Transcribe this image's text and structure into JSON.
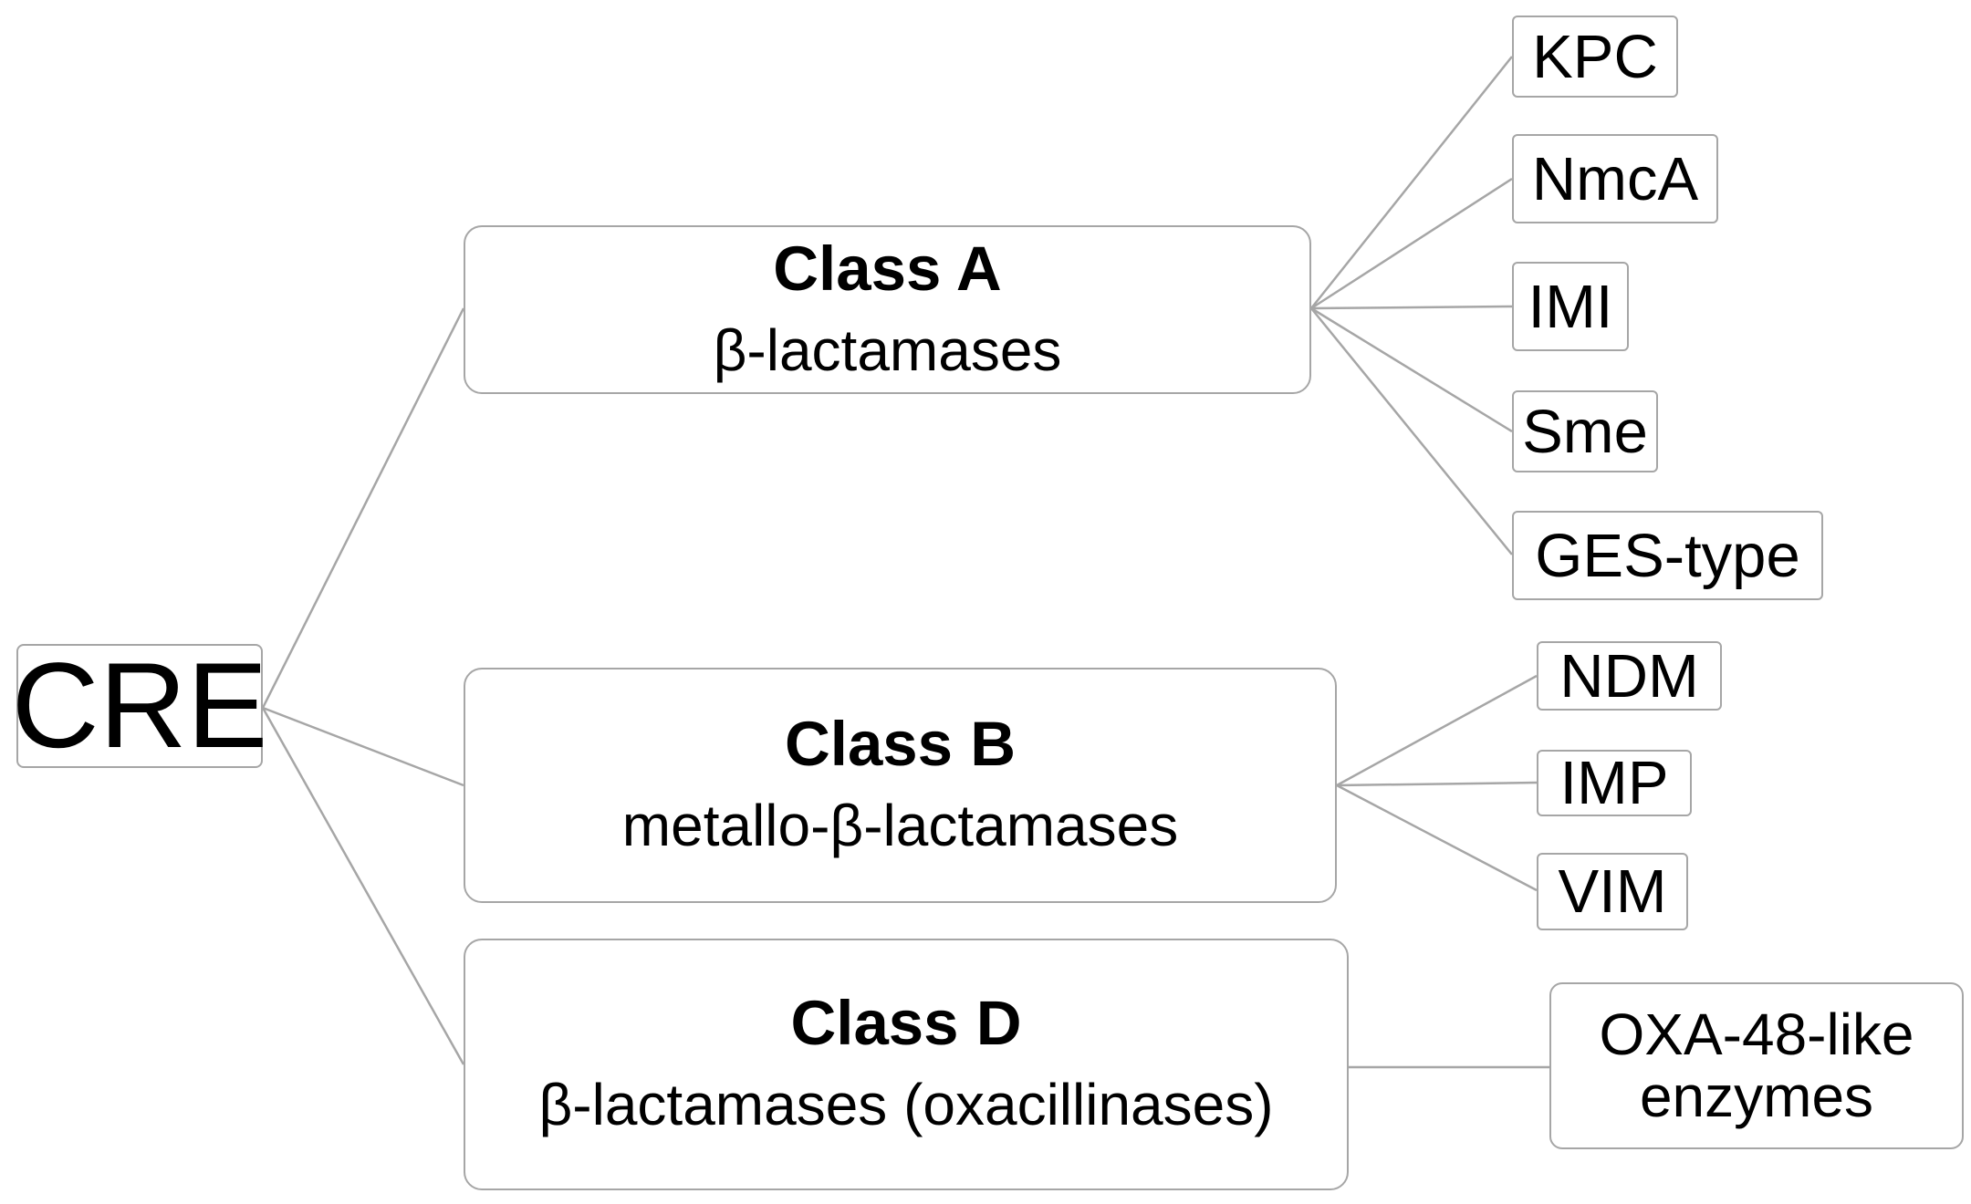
{
  "root": {
    "label": "CRE"
  },
  "classes": [
    {
      "title": "Class A",
      "subtitle": "β-lactamases",
      "enzymes": [
        "KPC",
        "NmcA",
        "IMI",
        "Sme",
        "GES-type"
      ]
    },
    {
      "title": "Class B",
      "subtitle": "metallo-β-lactamases",
      "enzymes": [
        "NDM",
        "IMP",
        "VIM"
      ]
    },
    {
      "title": "Class D",
      "subtitle": "β-lactamases (oxacillinases)",
      "enzymes": [
        "OXA-48-like",
        "enzymes"
      ]
    }
  ],
  "colors": {
    "line": "#a6a6a6",
    "border": "#a6a6a6",
    "text": "#000000"
  }
}
